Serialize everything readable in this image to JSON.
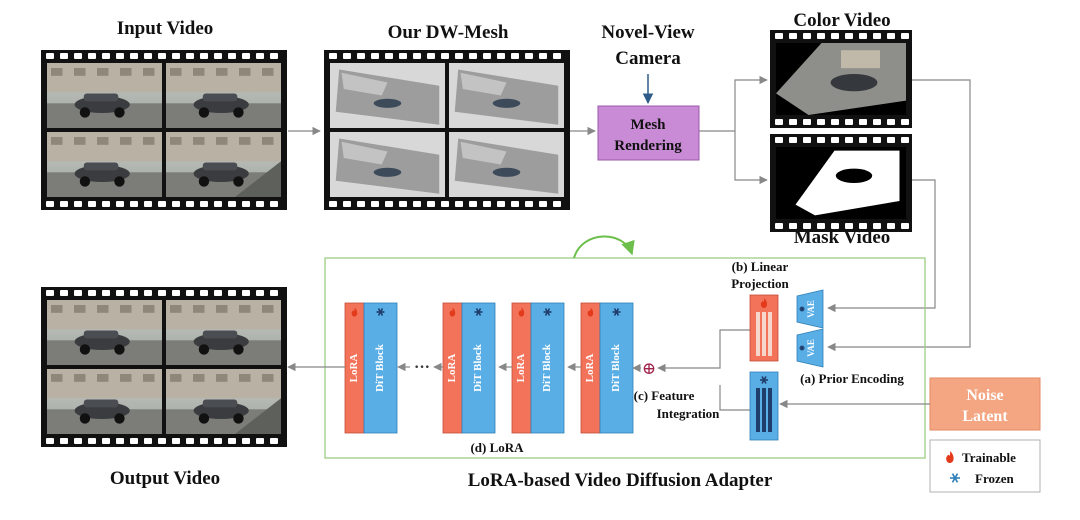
{
  "titles": {
    "input_video": "Input Video",
    "dw_mesh": "Our DW-Mesh",
    "novel_view_line1": "Novel-View",
    "novel_view_line2": "Camera",
    "color_video": "Color Video",
    "mask_video": "Mask Video",
    "output_video": "Output Video",
    "adapter": "LoRA-based Video Diffusion Adapter"
  },
  "mesh_rendering": {
    "line1": "Mesh",
    "line2": "Rendering"
  },
  "labels": {
    "linear_projection_line1": "(b) Linear",
    "linear_projection_line2": "Projection",
    "prior_encoding": "(a) Prior Encoding",
    "feature_integration_line1": "(c) Feature",
    "feature_integration_line2": "Integration",
    "lora_label": "(d) LoRA",
    "ellipsis": "···",
    "plus": "⊕"
  },
  "blocks": {
    "lora": "LoRA",
    "dit": "DiT Block",
    "vae": "VAE"
  },
  "noise_latent": {
    "line1": "Noise",
    "line2": "Latent"
  },
  "legend": {
    "trainable": "Trainable",
    "frozen": "Frozen",
    "trainable_icon": "flame-icon",
    "frozen_icon": "snowflake-icon"
  },
  "colors": {
    "lora": "#f2735a",
    "dit": "#5aaee6",
    "mesh_box": "#c98bd6",
    "noise_box": "#f4a582",
    "adapter_border": "#9ccf84",
    "vae": "#5aaee6",
    "arrow": "#888888"
  }
}
